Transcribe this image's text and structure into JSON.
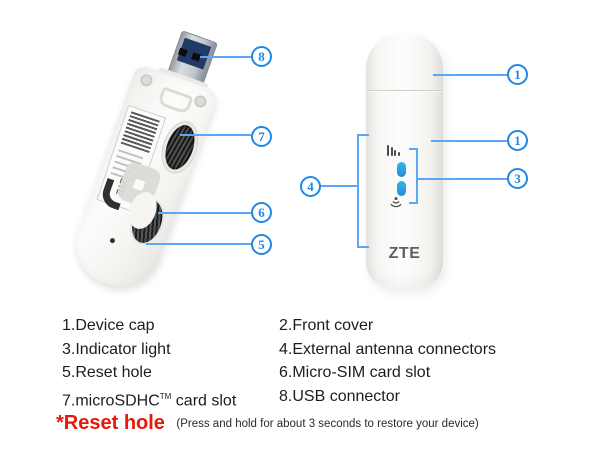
{
  "colors": {
    "callout_blue": "#1e88e8",
    "pointer_line_blue": "#5aa8f3",
    "led_blue": "#2aa3e8",
    "footnote_red": "#e8190a",
    "text_dark": "#1d1d1d",
    "zte_logo_gray": "#5a5f66"
  },
  "icons": [
    "signal-bars-icon",
    "wifi-icon",
    "led-indicator",
    "barcode",
    "usb-plug",
    "microsd-wheel",
    "sim-slot",
    "reset-hole-dot"
  ],
  "devices": {
    "back_view": {
      "label_brand": "ZTE"
    },
    "front_view": {
      "brand": "ZTE"
    }
  },
  "callouts": {
    "left": [
      {
        "num": "8"
      },
      {
        "num": "7"
      },
      {
        "num": "6"
      },
      {
        "num": "5"
      }
    ],
    "right": [
      {
        "num": "1"
      },
      {
        "num": "1"
      },
      {
        "num": "3"
      },
      {
        "num": "4"
      }
    ]
  },
  "legend": {
    "col_left": [
      "1.Device cap",
      "3.Indicator light",
      "5.Reset hole"
    ],
    "item7": {
      "pre": "7.microSDHC",
      "sup": "TM",
      "post": " card slot"
    },
    "col_right": [
      "2.Front cover",
      "4.External antenna connectors",
      "6.Micro-SIM card slot",
      "8.USB connector"
    ]
  },
  "footnote": {
    "highlight": "*Reset hole",
    "note": "(Press and hold for about 3 seconds to restore your device)"
  }
}
